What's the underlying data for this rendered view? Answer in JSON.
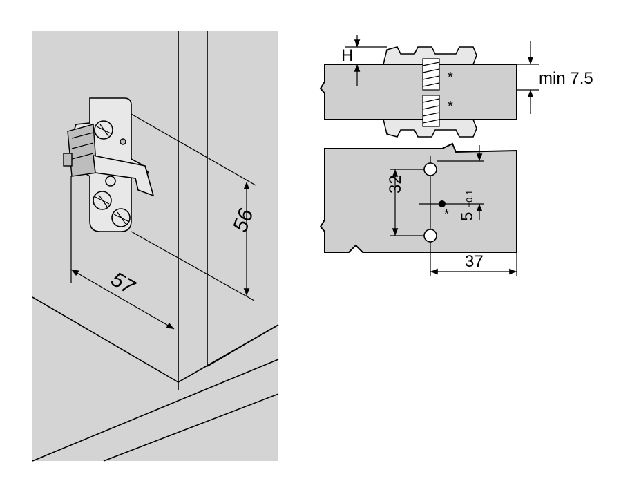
{
  "left_view": {
    "dim_width": "57",
    "dim_height": "56"
  },
  "top_right_view": {
    "label_h": "H",
    "label_min": "min 7.5",
    "asterisk_1": "*",
    "asterisk_2": "*"
  },
  "bottom_right_view": {
    "dim_spacing": "32",
    "dim_offset": "5",
    "dim_tolerance": "±0.1",
    "dim_edge": "37",
    "asterisk": "*"
  },
  "colors": {
    "panel": "#d4d4d4",
    "line": "#000000",
    "background": "#ffffff"
  }
}
